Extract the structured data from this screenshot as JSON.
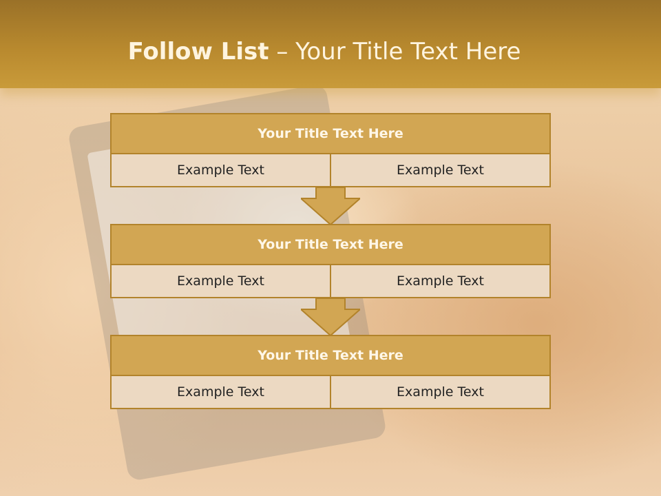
{
  "slide": {
    "title_bold": "Follow List",
    "title_rest": " – Your Title Text Here"
  },
  "steps": [
    {
      "title": "Your Title Text Here",
      "left": "Example Text",
      "right": "Example Text"
    },
    {
      "title": "Your Title Text Here",
      "left": "Example Text",
      "right": "Example Text"
    },
    {
      "title": "Your Title Text Here",
      "left": "Example Text",
      "right": "Example Text"
    }
  ],
  "colors": {
    "header": "#b8892e",
    "box_title": "#d2a653",
    "box_cell": "#ecd9c2",
    "border": "#b2832b"
  }
}
